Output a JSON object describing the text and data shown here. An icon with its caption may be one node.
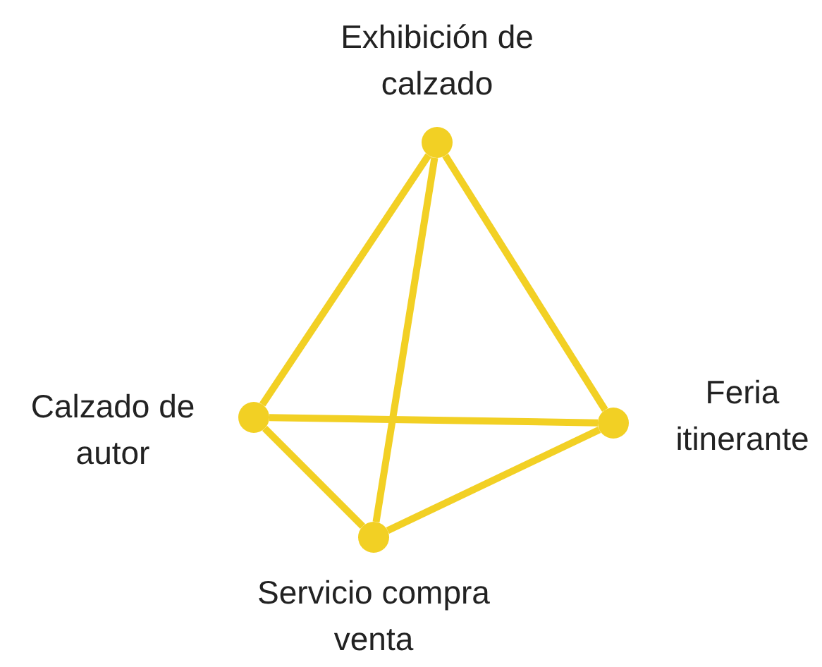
{
  "diagram": {
    "nodes": [
      {
        "text": [],
        "shape": "circle",
        "beside": [
          "Exhibición de calzado"
        ]
      },
      {
        "text": [],
        "shape": "circle",
        "beside": [
          "Calzado de autor"
        ]
      },
      {
        "text": [],
        "shape": "circle",
        "beside": [
          "Feria itinerante"
        ]
      },
      {
        "text": [],
        "shape": "circle",
        "beside": [
          "Servicio compra venta"
        ]
      }
    ],
    "edges": [
      {
        "from": 0,
        "to": 1,
        "arrow": "none"
      },
      {
        "from": 0,
        "to": 2,
        "arrow": "none"
      },
      {
        "from": 0,
        "to": 3,
        "arrow": "none"
      },
      {
        "from": 1,
        "to": 2,
        "arrow": "none"
      },
      {
        "from": 1,
        "to": 3,
        "arrow": "none"
      },
      {
        "from": 3,
        "to": 2,
        "arrow": "none"
      }
    ]
  }
}
